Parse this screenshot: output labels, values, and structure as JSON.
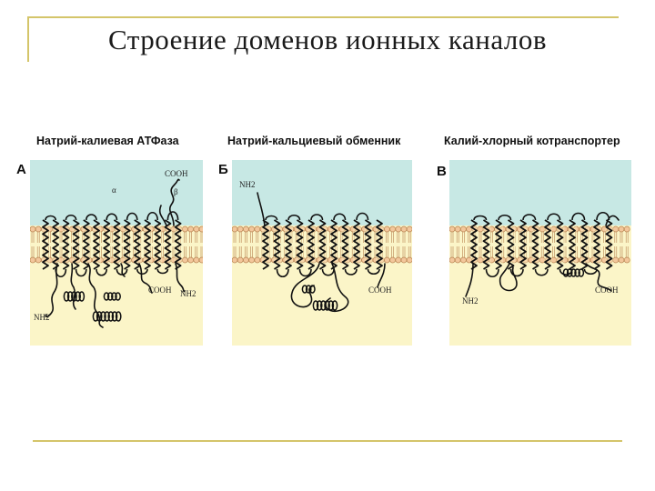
{
  "slide": {
    "title": "Строение доменов ионных каналов"
  },
  "panels": [
    {
      "letter": "А",
      "title": "Натрий-калиевая АТФаза",
      "labels": {
        "cooh_top": "COOH",
        "alpha": "α",
        "beta": "β",
        "cooh_bottom": "COOH",
        "nh2_right": "NH2",
        "nh2_left": "NH2"
      }
    },
    {
      "letter": "Б",
      "title": "Натрий-кальциевый обменник",
      "labels": {
        "nh2": "NH2",
        "cooh": "COOH"
      }
    },
    {
      "letter": "В",
      "title": "Калий-хлорный котранспортер",
      "labels": {
        "nh2": "NH2",
        "cooh": "COOH"
      }
    }
  ],
  "colors": {
    "extracellular": "#c7e8e4",
    "cytoplasm": "#fbf5c8",
    "membrane_head": "#f3c79b",
    "membrane_stroke": "#b88452",
    "protein": "#111111",
    "frame": "#d4c56a"
  }
}
